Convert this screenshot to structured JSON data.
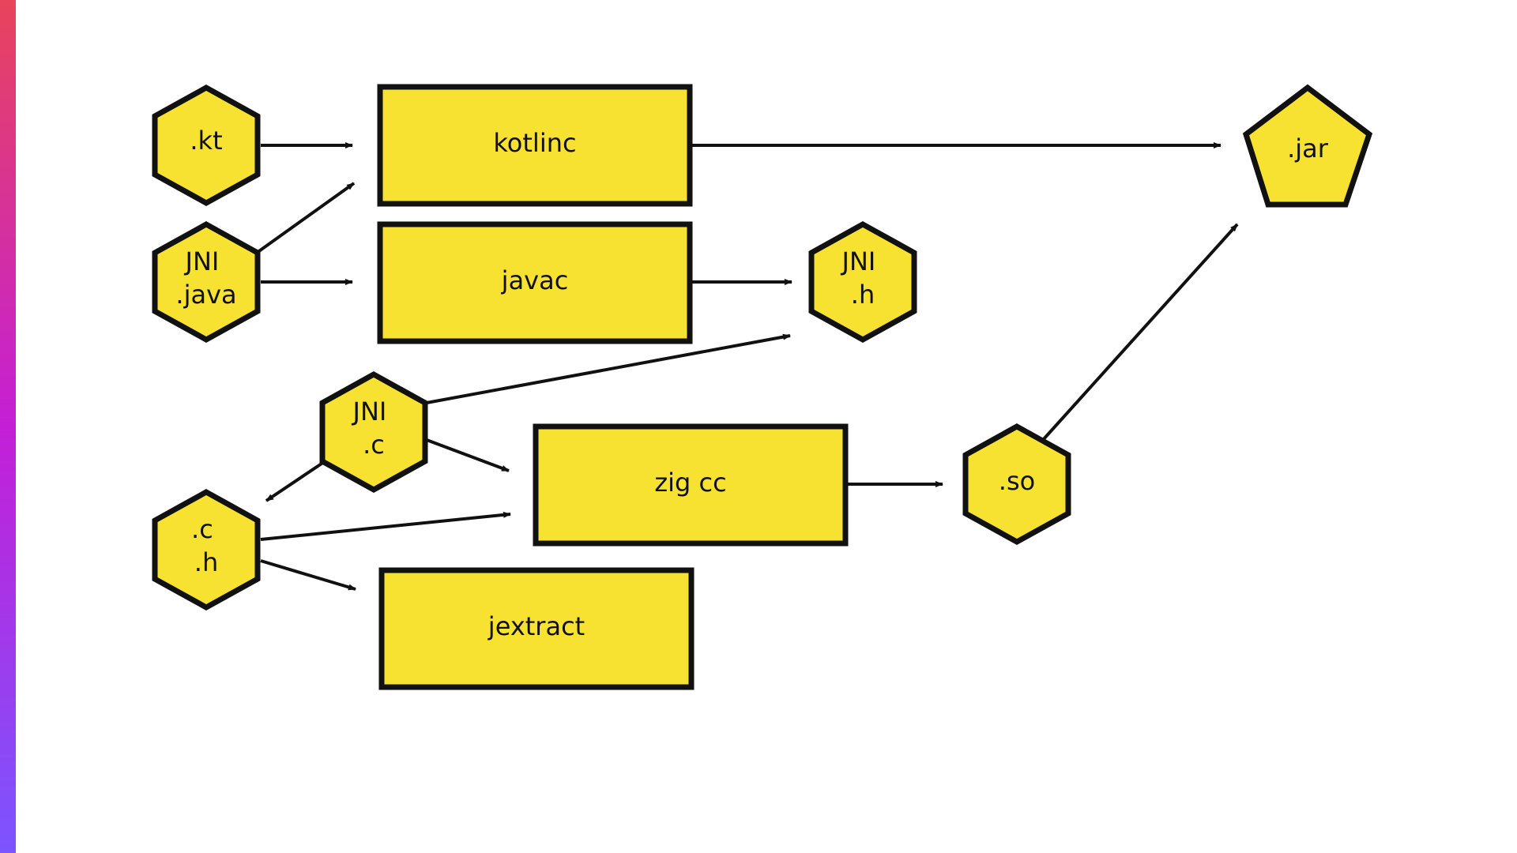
{
  "colors": {
    "node_fill": "#f8e231",
    "node_stroke": "#111111",
    "edge": "#111111",
    "accent_gradient": [
      "#e8445c",
      "#c41fd6",
      "#7b55ff"
    ]
  },
  "nodes": {
    "kt": {
      "lines": [
        ".kt"
      ]
    },
    "jni_java": {
      "lines": [
        "JNI",
        ".java"
      ]
    },
    "kotlinc": {
      "lines": [
        "kotlinc"
      ]
    },
    "javac": {
      "lines": [
        "javac"
      ]
    },
    "jni_h": {
      "lines": [
        "JNI",
        ".h"
      ]
    },
    "jar": {
      "lines": [
        ".jar"
      ]
    },
    "jni_c": {
      "lines": [
        "JNI",
        ".c"
      ]
    },
    "zig_cc": {
      "lines": [
        "zig cc"
      ]
    },
    "so": {
      "lines": [
        ".so"
      ]
    },
    "c_h": {
      "lines": [
        ".c",
        ".h"
      ]
    },
    "jextract": {
      "lines": [
        "jextract"
      ]
    }
  },
  "edges": [
    {
      "from": "kt",
      "to": "kotlinc"
    },
    {
      "from": "jni_java",
      "to": "kotlinc"
    },
    {
      "from": "jni_java",
      "to": "javac"
    },
    {
      "from": "kotlinc",
      "to": "jar"
    },
    {
      "from": "javac",
      "to": "jni_h"
    },
    {
      "from": "jni_c",
      "to": "jni_h"
    },
    {
      "from": "jni_c",
      "to": "zig_cc"
    },
    {
      "from": "jni_c",
      "to": "c_h"
    },
    {
      "from": "c_h",
      "to": "zig_cc"
    },
    {
      "from": "c_h",
      "to": "jextract"
    },
    {
      "from": "zig_cc",
      "to": "so"
    },
    {
      "from": "so",
      "to": "jar"
    }
  ]
}
